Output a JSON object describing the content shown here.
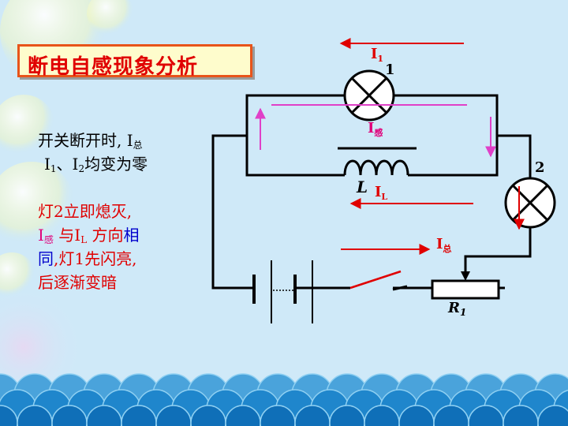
{
  "slide": {
    "title": "断电自感现象分析"
  },
  "left_text": {
    "line1_prefix": "开关断开时, I",
    "line1_sub": "总",
    "line2_i1": "I",
    "line2_i1_sub": "1",
    "line2_sep": "、I",
    "line2_i2_sub": "2",
    "line2_suffix": "均变为零",
    "red_line1": "灯2立即熄灭,",
    "red_line2_i": "I",
    "red_line2_i_sub": "感",
    "red_line2_mid": " 与I",
    "red_line2_l_sub": "L",
    "red_line2_tail": " 方向",
    "blue_xiang": "相",
    "blue_tong": "同",
    "red_line3_tail": ",灯1先闪亮,",
    "red_line4": "后逐渐变暗"
  },
  "diagram": {
    "lamp1_number": "1",
    "lamp2_number": "2",
    "i1_label": "I",
    "i1_sub": "1",
    "igan_label": "I",
    "igan_sub": "感",
    "inductor_label": "L",
    "il_label": "I",
    "il_sub": "L",
    "izong_label": "I",
    "izong_sub": "总",
    "resistor_label": "R",
    "resistor_sub": "1",
    "colors": {
      "wire": "#000000",
      "arrow_red": "#e00000",
      "arrow_magenta": "#e040c8",
      "label_red": "#e00000",
      "label_magenta": "#e0007a"
    }
  }
}
